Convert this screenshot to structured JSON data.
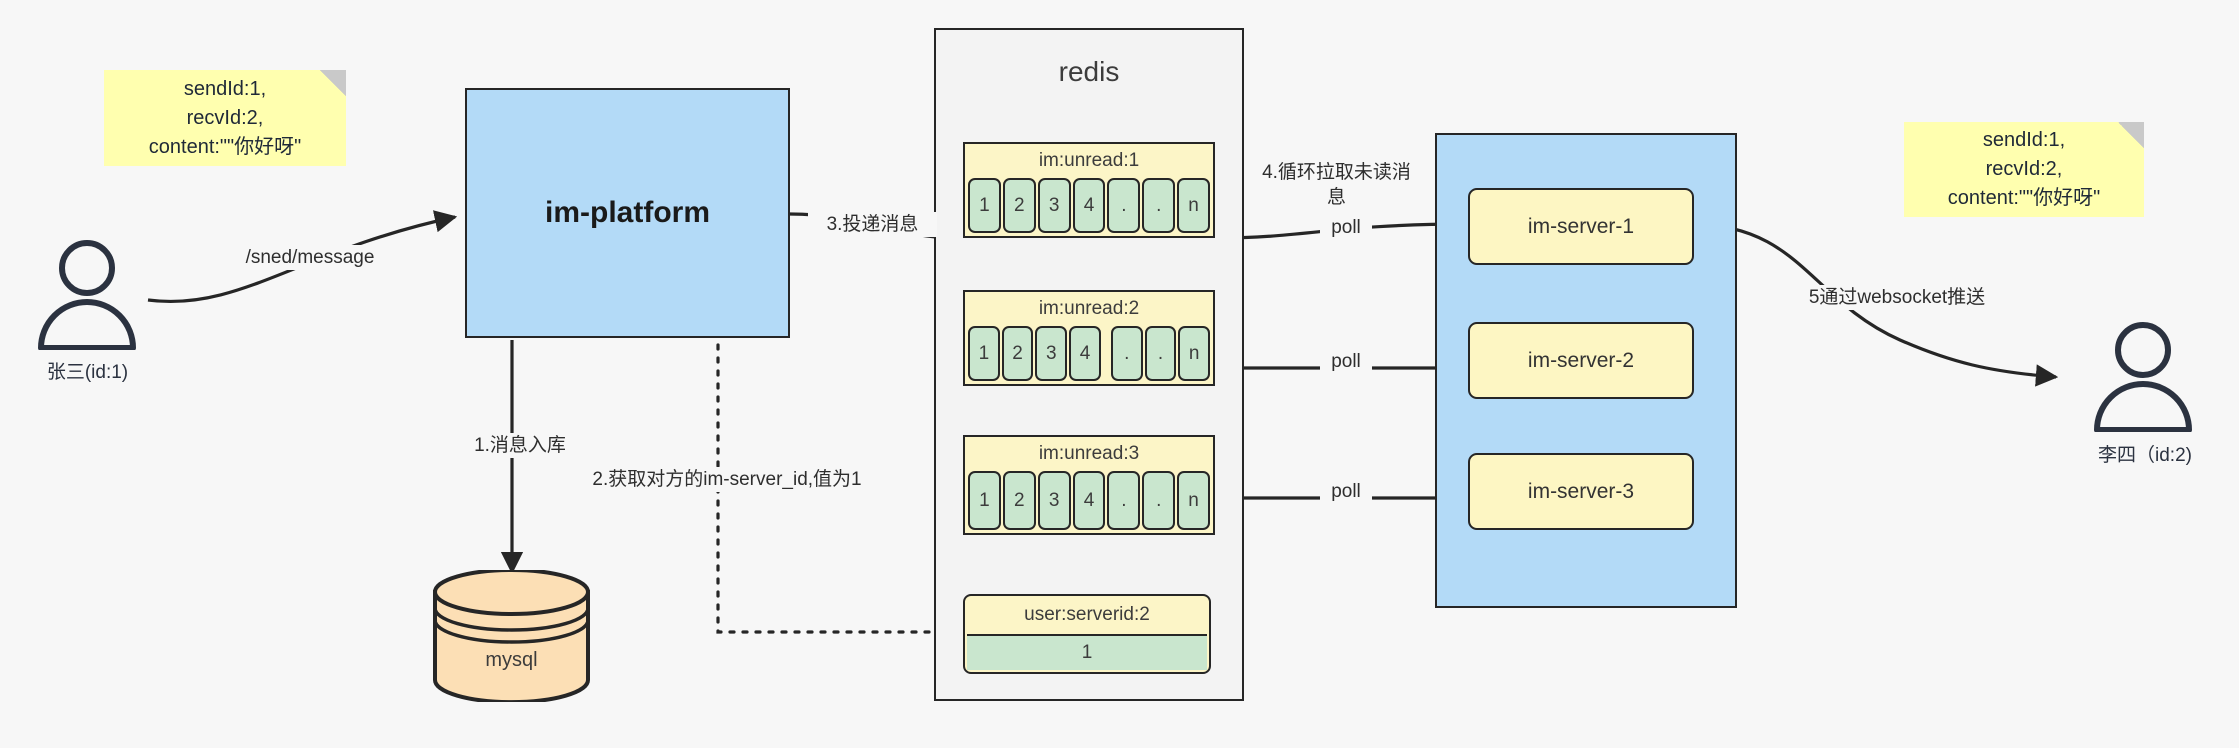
{
  "diagram": {
    "title": "IM message delivery architecture",
    "colors": {
      "note": "#ffffaf",
      "blue": "#b3daf7",
      "redis_bg": "#f3f3f3",
      "yellow": "#fcf5c7",
      "green": "#c9e6ce",
      "db": "#fcdfb5",
      "stroke": "#262626",
      "canvas": "#f7f7f7"
    }
  },
  "notes": {
    "left": "sendId:1,\nrecvId:2,\ncontent:\"\"你好呀\"",
    "right": "sendId:1,\nrecvId:2,\ncontent:\"\"你好呀\""
  },
  "actors": {
    "sender": {
      "label": "张三(id:1)",
      "icon": "user-icon"
    },
    "receiver": {
      "label": "李四（id:2)",
      "icon": "user-icon"
    }
  },
  "platform": {
    "label": "im-platform"
  },
  "database": {
    "label": "mysql",
    "icon": "database-cylinder-icon"
  },
  "redis": {
    "title": "redis",
    "lists": [
      {
        "key": "im:unread:1",
        "cells": [
          "1",
          "2",
          "3",
          "4",
          ".",
          ".",
          "n"
        ]
      },
      {
        "key": "im:unread:2",
        "cells": [
          "1",
          "2",
          "3",
          "4",
          ".",
          ".",
          "n"
        ]
      },
      {
        "key": "im:unread:3",
        "cells": [
          "1",
          "2",
          "3",
          "4",
          ".",
          ".",
          "n"
        ]
      }
    ],
    "kv": {
      "key": "user:serverid:2",
      "value": "1"
    }
  },
  "servers": {
    "items": [
      {
        "label": "im-server-1"
      },
      {
        "label": "im-server-2"
      },
      {
        "label": "im-server-3"
      }
    ]
  },
  "edges": {
    "send_message": "/sned/message",
    "step1": "1.消息入库",
    "step2": "2.获取对方的im-server_id,值为1",
    "step3": "3.投递消息",
    "step4": "4.循环拉取未读消\n息",
    "step5": "5通过websocket推送",
    "poll1": "poll",
    "poll2": "poll",
    "poll3": "poll"
  }
}
